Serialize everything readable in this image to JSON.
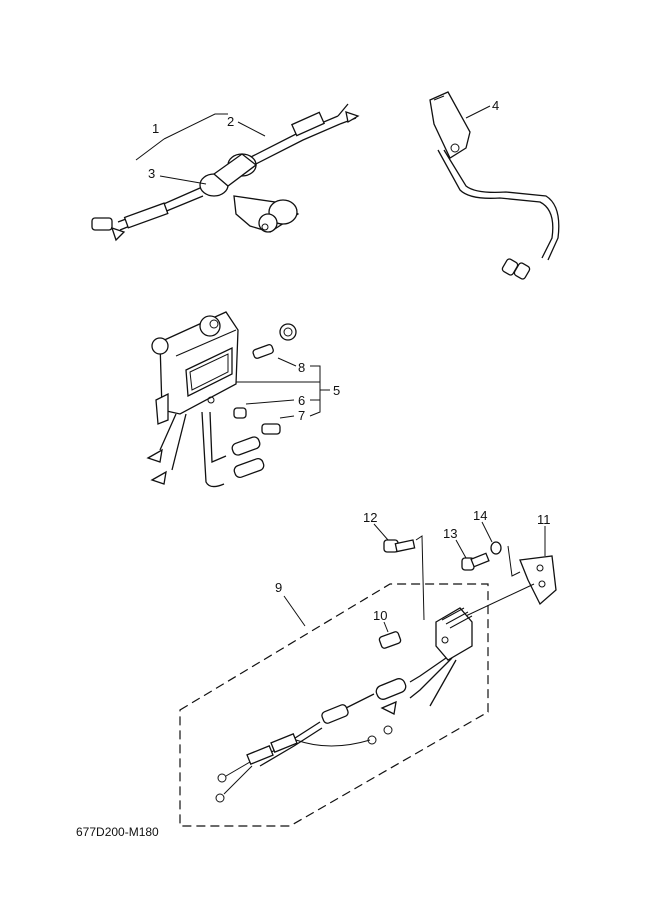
{
  "callouts": {
    "c1": "1",
    "c2": "2",
    "c3": "3",
    "c4": "4",
    "c5": "5",
    "c6": "6",
    "c7": "7",
    "c8": "8",
    "c9": "9",
    "c10": "10",
    "c11": "11",
    "c12": "12",
    "c13": "13",
    "c14": "14"
  },
  "diagram_code": "677D200-M180"
}
